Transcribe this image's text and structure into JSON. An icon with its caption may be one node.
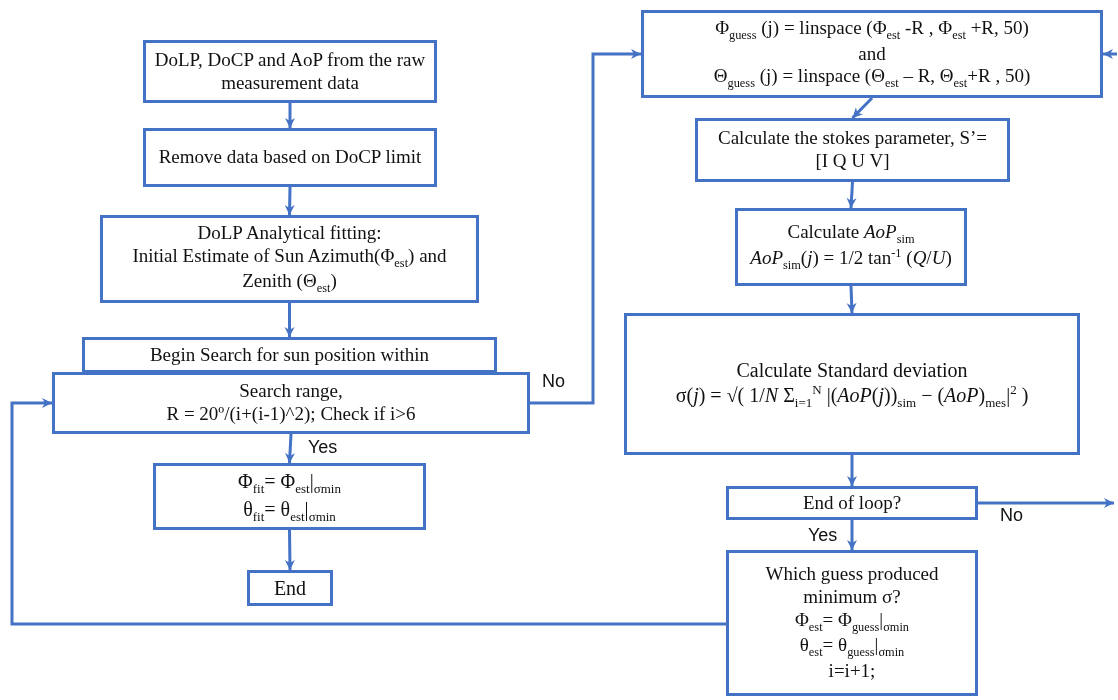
{
  "diagram": {
    "nodes": [
      {
        "text": [
          "DoLP, DoCP and AoP from the raw measurement data"
        ]
      },
      {
        "text": [
          "Remove data based on DoCP limit"
        ]
      },
      {
        "text": [
          "DoLP Analytical fitting:",
          "Initial Estimate of Sun Azimuth(Φ$_{est}$) and Zenith (Θ$_{est}$)"
        ]
      },
      {
        "text": [
          "Begin Search for sun position within"
        ]
      },
      {
        "text": [
          "Search range,",
          "R = 20º/(i+(i-1)^2); Check if i>6"
        ]
      },
      {
        "text": [
          "Φ$_{fit}$= Φ$_{est}$|$_{σmin}$",
          "θ$_{fit}$= θ$_{est}$|$_{σmin}$"
        ]
      },
      {
        "text": [
          "End"
        ]
      },
      {
        "text": [
          "Φ$_{guess}$ (j) = linspace (Φ$_{est}$ -R , Φ$_{est}$ +R, 50)",
          "and",
          "Θ$_{guess}$ (j) = linspace (Θ$_{est}$ – R, Θ$_{est}$+R , 50)"
        ]
      },
      {
        "text": [
          "Calculate the stokes parameter, S’=[I Q U V]"
        ]
      },
      {
        "text": [
          "Calculate *AoP*$_{sim}$",
          "*AoP*$_{sim}$(*j*) = 1/2 tan$^{-1}$ (*Q*/*U*)"
        ]
      },
      {
        "text": [
          "Calculate Standard deviation",
          "σ(*j*) = √( 1/*N* Σ$_{i=1}$$^{N}$ |(*AoP*(*j*))$_{sim}$ − (*AoP*)$_{mes}$|$^{2}$ )"
        ]
      },
      {
        "text": [
          "End of loop?"
        ]
      },
      {
        "text": [
          "Which guess produced minimum σ?",
          "Φ$_{est}$= Φ$_{guess}$|$_{σmin}$",
          "θ$_{est}$= θ$_{guess}$|$_{σmin}$",
          "i=i+1;"
        ]
      }
    ],
    "edges": [
      {
        "from": 0,
        "to": 1,
        "arrow": "to"
      },
      {
        "from": 1,
        "to": 2,
        "arrow": "to"
      },
      {
        "from": 2,
        "to": 3,
        "arrow": "to"
      },
      {
        "from": 4,
        "to": 7,
        "arrow": "to",
        "label": "No"
      },
      {
        "from": 4,
        "to": 5,
        "arrow": "to",
        "label": "Yes"
      },
      {
        "from": 5,
        "to": 6,
        "arrow": "to"
      },
      {
        "from": 7,
        "to": 8,
        "arrow": "to"
      },
      {
        "from": 8,
        "to": 9,
        "arrow": "to"
      },
      {
        "from": 9,
        "to": 10,
        "arrow": "to"
      },
      {
        "from": 10,
        "to": 11,
        "arrow": "to"
      },
      {
        "from": 11,
        "to": 12,
        "arrow": "to",
        "label": "Yes"
      },
      {
        "from": 11,
        "to": null,
        "arrow": "to",
        "label": "No"
      },
      {
        "from": null,
        "to": 7,
        "arrow": "to"
      },
      {
        "from": 12,
        "to": 4,
        "arrow": "to"
      }
    ]
  }
}
